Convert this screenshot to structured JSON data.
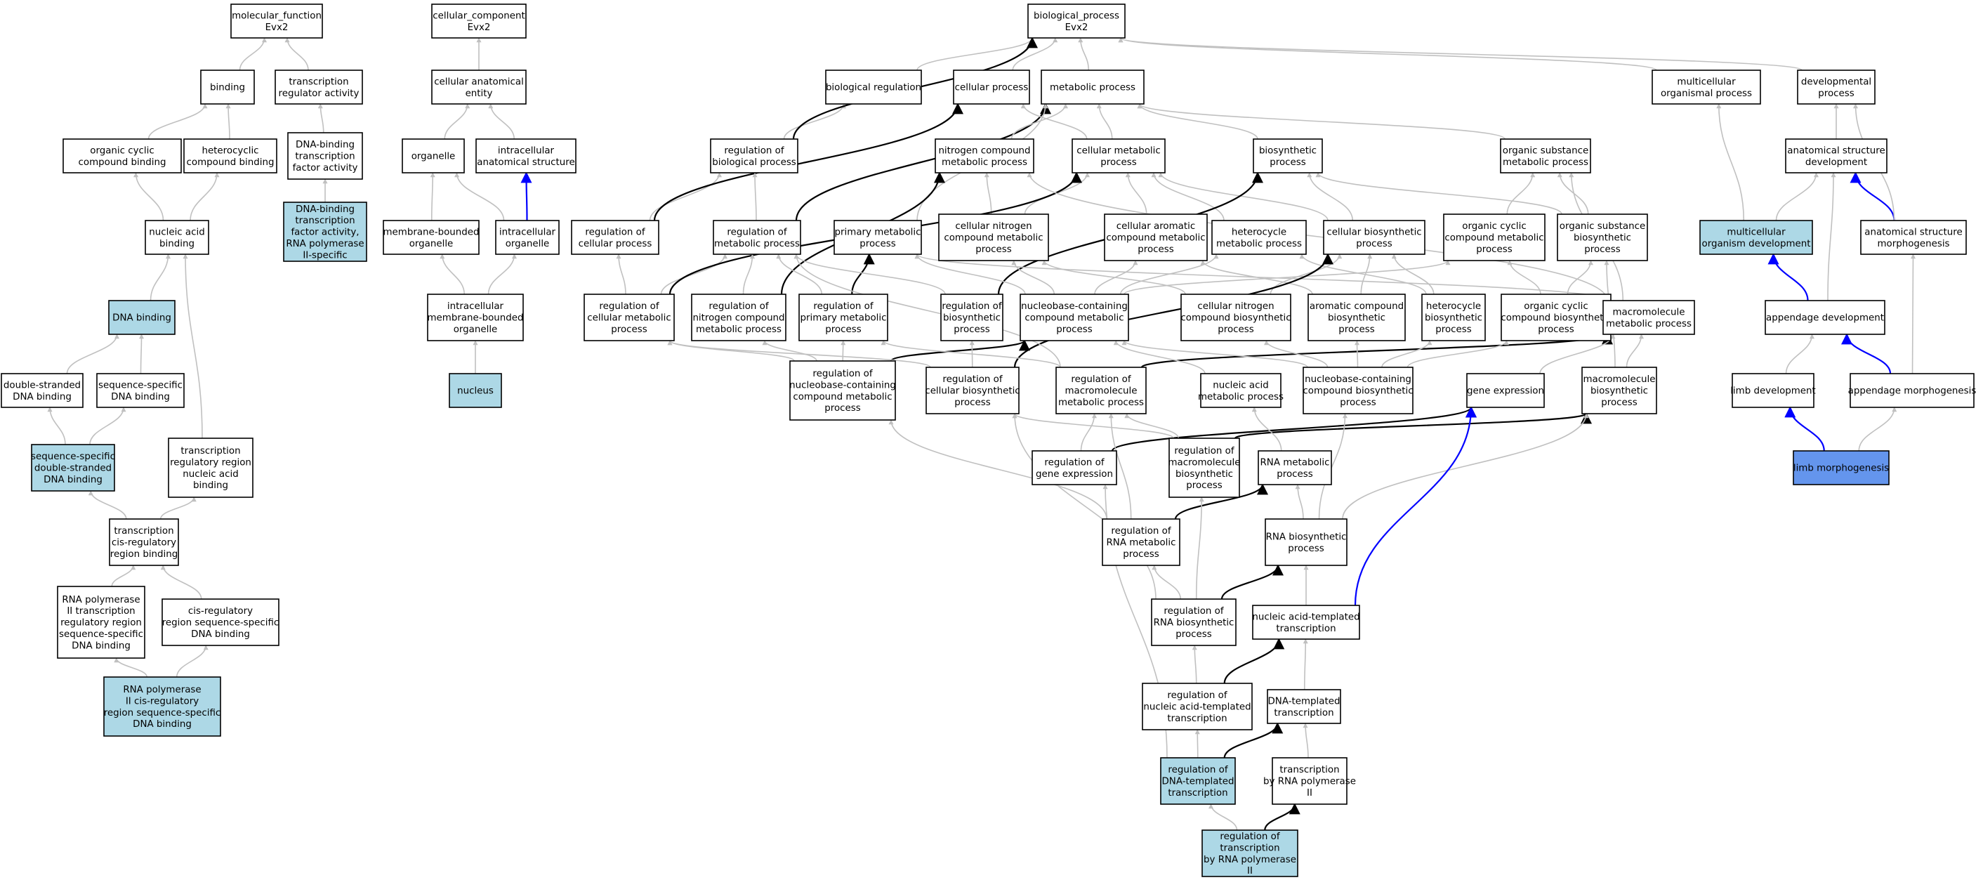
{
  "colors": {
    "white": "#ffffff",
    "query": "#add8e6",
    "focus": "#6495ed",
    "gray_edge": "#c0c0c0",
    "black_edge": "#000000",
    "blue_edge": "#0000ff"
  },
  "nodes": [
    {
      "id": "mf",
      "label": [
        "molecular_function",
        "Evx2"
      ],
      "fill": "white"
    },
    {
      "id": "cc",
      "label": [
        "cellular_component",
        "Evx2"
      ],
      "fill": "white"
    },
    {
      "id": "bp",
      "label": [
        "biological_process",
        "Evx2"
      ],
      "fill": "white"
    },
    {
      "id": "binding",
      "label": [
        "binding"
      ],
      "fill": "white"
    },
    {
      "id": "tra",
      "label": [
        "transcription",
        "regulator activity"
      ],
      "fill": "white"
    },
    {
      "id": "cae",
      "label": [
        "cellular anatomical",
        "entity"
      ],
      "fill": "white"
    },
    {
      "id": "breg",
      "label": [
        "biological regulation"
      ],
      "fill": "white"
    },
    {
      "id": "cproc",
      "label": [
        "cellular process"
      ],
      "fill": "white"
    },
    {
      "id": "mproc",
      "label": [
        "metabolic process"
      ],
      "fill": "white"
    },
    {
      "id": "mcop",
      "label": [
        "multicellular",
        "organismal process"
      ],
      "fill": "white"
    },
    {
      "id": "devp",
      "label": [
        "developmental",
        "process"
      ],
      "fill": "white"
    },
    {
      "id": "occb",
      "label": [
        "organic cyclic",
        "compound binding"
      ],
      "fill": "white"
    },
    {
      "id": "hcb",
      "label": [
        "heterocyclic",
        "compound binding"
      ],
      "fill": "white"
    },
    {
      "id": "dbtfa",
      "label": [
        "DNA-binding",
        "transcription",
        "factor activity"
      ],
      "fill": "white"
    },
    {
      "id": "organelle",
      "label": [
        "organelle"
      ],
      "fill": "white"
    },
    {
      "id": "ias",
      "label": [
        "intracellular",
        "anatomical structure"
      ],
      "fill": "white"
    },
    {
      "id": "rbp",
      "label": [
        "regulation of",
        "biological process"
      ],
      "fill": "white"
    },
    {
      "id": "ncmp",
      "label": [
        "nitrogen compound",
        "metabolic process"
      ],
      "fill": "white"
    },
    {
      "id": "cmp",
      "label": [
        "cellular metabolic",
        "process"
      ],
      "fill": "white"
    },
    {
      "id": "bsp",
      "label": [
        "biosynthetic",
        "process"
      ],
      "fill": "white"
    },
    {
      "id": "osmp",
      "label": [
        "organic substance",
        "metabolic process"
      ],
      "fill": "white"
    },
    {
      "id": "asd",
      "label": [
        "anatomical structure",
        "development"
      ],
      "fill": "white"
    },
    {
      "id": "nab",
      "label": [
        "nucleic acid",
        "binding"
      ],
      "fill": "white"
    },
    {
      "id": "dbtfa2",
      "label": [
        "DNA-binding",
        "transcription",
        "factor activity,",
        "RNA polymerase",
        "II-specific"
      ],
      "fill": "query"
    },
    {
      "id": "mbo",
      "label": [
        "membrane-bounded",
        "organelle"
      ],
      "fill": "white"
    },
    {
      "id": "ico",
      "label": [
        "intracellular",
        "organelle"
      ],
      "fill": "white"
    },
    {
      "id": "rcp",
      "label": [
        "regulation of",
        "cellular process"
      ],
      "fill": "white"
    },
    {
      "id": "rmp",
      "label": [
        "regulation of",
        "metabolic process"
      ],
      "fill": "white"
    },
    {
      "id": "pmp",
      "label": [
        "primary metabolic",
        "process"
      ],
      "fill": "white"
    },
    {
      "id": "cncmp",
      "label": [
        "cellular nitrogen",
        "compound metabolic",
        "process"
      ],
      "fill": "white"
    },
    {
      "id": "cacmp",
      "label": [
        "cellular aromatic",
        "compound metabolic",
        "process"
      ],
      "fill": "white"
    },
    {
      "id": "hmp",
      "label": [
        "heterocycle",
        "metabolic process"
      ],
      "fill": "white"
    },
    {
      "id": "cbp",
      "label": [
        "cellular biosynthetic",
        "process"
      ],
      "fill": "white"
    },
    {
      "id": "occmp",
      "label": [
        "organic cyclic",
        "compound metabolic",
        "process"
      ],
      "fill": "white"
    },
    {
      "id": "osbp",
      "label": [
        "organic substance",
        "biosynthetic",
        "process"
      ],
      "fill": "white"
    },
    {
      "id": "mod",
      "label": [
        "multicellular",
        "organism development"
      ],
      "fill": "query"
    },
    {
      "id": "asm",
      "label": [
        "anatomical structure",
        "morphogenesis"
      ],
      "fill": "white"
    },
    {
      "id": "dnab",
      "label": [
        "DNA binding"
      ],
      "fill": "query"
    },
    {
      "id": "imbo",
      "label": [
        "intracellular",
        "membrane-bounded",
        "organelle"
      ],
      "fill": "white"
    },
    {
      "id": "rcmp",
      "label": [
        "regulation of",
        "cellular metabolic",
        "process"
      ],
      "fill": "white"
    },
    {
      "id": "rncmp",
      "label": [
        "regulation of",
        "nitrogen compound",
        "metabolic process"
      ],
      "fill": "white"
    },
    {
      "id": "rpmp",
      "label": [
        "regulation of",
        "primary metabolic",
        "process"
      ],
      "fill": "white"
    },
    {
      "id": "rbsp",
      "label": [
        "regulation of",
        "biosynthetic",
        "process"
      ],
      "fill": "white"
    },
    {
      "id": "nbccmp",
      "label": [
        "nucleobase-containing",
        "compound metabolic",
        "process"
      ],
      "fill": "white"
    },
    {
      "id": "cncbp",
      "label": [
        "cellular nitrogen",
        "compound biosynthetic",
        "process"
      ],
      "fill": "white"
    },
    {
      "id": "acbp",
      "label": [
        "aromatic compound",
        "biosynthetic",
        "process"
      ],
      "fill": "white"
    },
    {
      "id": "hbp",
      "label": [
        "heterocycle",
        "biosynthetic",
        "process"
      ],
      "fill": "white"
    },
    {
      "id": "occbp",
      "label": [
        "organic cyclic",
        "compound biosynthetic",
        "process"
      ],
      "fill": "white"
    },
    {
      "id": "mmp",
      "label": [
        "macromolecule",
        "metabolic process"
      ],
      "fill": "white"
    },
    {
      "id": "appdev",
      "label": [
        "appendage development"
      ],
      "fill": "white"
    },
    {
      "id": "dsdb",
      "label": [
        "double-stranded",
        "DNA binding"
      ],
      "fill": "white"
    },
    {
      "id": "ssdb",
      "label": [
        "sequence-specific",
        "DNA binding"
      ],
      "fill": "white"
    },
    {
      "id": "nucleus",
      "label": [
        "nucleus"
      ],
      "fill": "query"
    },
    {
      "id": "rnbccmp",
      "label": [
        "regulation of",
        "nucleobase-containing",
        "compound metabolic",
        "process"
      ],
      "fill": "white"
    },
    {
      "id": "rcbp",
      "label": [
        "regulation of",
        "cellular biosynthetic",
        "process"
      ],
      "fill": "white"
    },
    {
      "id": "rmmp",
      "label": [
        "regulation of",
        "macromolecule",
        "metabolic process"
      ],
      "fill": "white"
    },
    {
      "id": "namp",
      "label": [
        "nucleic acid",
        "metabolic process"
      ],
      "fill": "white"
    },
    {
      "id": "nbccbp",
      "label": [
        "nucleobase-containing",
        "compound biosynthetic",
        "process"
      ],
      "fill": "white"
    },
    {
      "id": "gexp",
      "label": [
        "gene expression"
      ],
      "fill": "white"
    },
    {
      "id": "mbp",
      "label": [
        "macromolecule",
        "biosynthetic",
        "process"
      ],
      "fill": "white"
    },
    {
      "id": "limbdev",
      "label": [
        "limb development"
      ],
      "fill": "white"
    },
    {
      "id": "appmorph",
      "label": [
        "appendage morphogenesis"
      ],
      "fill": "white"
    },
    {
      "id": "ssdsdb",
      "label": [
        "sequence-specific",
        "double-stranded",
        "DNA binding"
      ],
      "fill": "query"
    },
    {
      "id": "trrnab",
      "label": [
        "transcription",
        "regulatory region",
        "nucleic acid",
        "binding"
      ],
      "fill": "white"
    },
    {
      "id": "rge",
      "label": [
        "regulation of",
        "gene expression"
      ],
      "fill": "white"
    },
    {
      "id": "rmbp",
      "label": [
        "regulation of",
        "macromolecule",
        "biosynthetic",
        "process"
      ],
      "fill": "white"
    },
    {
      "id": "rnamp",
      "label": [
        "RNA metabolic",
        "process"
      ],
      "fill": "white"
    },
    {
      "id": "limbmorph",
      "label": [
        "limb morphogenesis"
      ],
      "fill": "focus"
    },
    {
      "id": "tcrrb",
      "label": [
        "transcription",
        "cis-regulatory",
        "region binding"
      ],
      "fill": "white"
    },
    {
      "id": "rrnamp",
      "label": [
        "regulation of",
        "RNA metabolic",
        "process"
      ],
      "fill": "white"
    },
    {
      "id": "rnabp",
      "label": [
        "RNA biosynthetic",
        "process"
      ],
      "fill": "white"
    },
    {
      "id": "rnap2trr",
      "label": [
        "RNA polymerase",
        "II transcription",
        "regulatory region",
        "sequence-specific",
        "DNA binding"
      ],
      "fill": "white"
    },
    {
      "id": "crrssdb",
      "label": [
        "cis-regulatory",
        "region sequence-specific",
        "DNA binding"
      ],
      "fill": "white"
    },
    {
      "id": "rrnabp",
      "label": [
        "regulation of",
        "RNA biosynthetic",
        "process"
      ],
      "fill": "white"
    },
    {
      "id": "natt",
      "label": [
        "nucleic acid-templated",
        "transcription"
      ],
      "fill": "white"
    },
    {
      "id": "rnap2crr",
      "label": [
        "RNA polymerase",
        "II cis-regulatory",
        "region sequence-specific",
        "DNA binding"
      ],
      "fill": "query"
    },
    {
      "id": "rnatt",
      "label": [
        "regulation of",
        "nucleic acid-templated",
        "transcription"
      ],
      "fill": "white"
    },
    {
      "id": "dtt",
      "label": [
        "DNA-templated",
        "transcription"
      ],
      "fill": "white"
    },
    {
      "id": "rdtt",
      "label": [
        "regulation of",
        "DNA-templated",
        "transcription"
      ],
      "fill": "query"
    },
    {
      "id": "trnap2",
      "label": [
        "transcription",
        "by RNA polymerase",
        "II"
      ],
      "fill": "white"
    },
    {
      "id": "rtrnap2",
      "label": [
        "regulation of",
        "transcription",
        "by RNA polymerase",
        "II"
      ],
      "fill": "query"
    }
  ],
  "edges": [
    [
      "binding",
      "mf",
      "gray"
    ],
    [
      "tra",
      "mf",
      "gray"
    ],
    [
      "occb",
      "binding",
      "gray"
    ],
    [
      "hcb",
      "binding",
      "gray"
    ],
    [
      "dbtfa",
      "tra",
      "gray"
    ],
    [
      "dbtfa2",
      "dbtfa",
      "gray"
    ],
    [
      "nab",
      "occb",
      "gray"
    ],
    [
      "nab",
      "hcb",
      "gray"
    ],
    [
      "dnab",
      "nab",
      "gray"
    ],
    [
      "dsdb",
      "dnab",
      "gray"
    ],
    [
      "ssdb",
      "dnab",
      "gray"
    ],
    [
      "ssdsdb",
      "dsdb",
      "gray"
    ],
    [
      "ssdsdb",
      "ssdb",
      "gray"
    ],
    [
      "trrnab",
      "nab",
      "gray"
    ],
    [
      "tcrrb",
      "ssdsdb",
      "gray"
    ],
    [
      "tcrrb",
      "trrnab",
      "gray"
    ],
    [
      "rnap2trr",
      "tcrrb",
      "gray"
    ],
    [
      "crrssdb",
      "tcrrb",
      "gray"
    ],
    [
      "rnap2crr",
      "rnap2trr",
      "gray"
    ],
    [
      "rnap2crr",
      "crrssdb",
      "gray"
    ],
    [
      "cae",
      "cc",
      "gray"
    ],
    [
      "organelle",
      "cae",
      "gray"
    ],
    [
      "ias",
      "cae",
      "gray"
    ],
    [
      "mbo",
      "organelle",
      "gray"
    ],
    [
      "ico",
      "organelle",
      "gray"
    ],
    [
      "ico",
      "ias",
      "blue"
    ],
    [
      "imbo",
      "mbo",
      "gray"
    ],
    [
      "imbo",
      "ico",
      "gray"
    ],
    [
      "nucleus",
      "imbo",
      "gray"
    ],
    [
      "breg",
      "bp",
      "gray"
    ],
    [
      "cproc",
      "bp",
      "gray"
    ],
    [
      "mproc",
      "bp",
      "gray"
    ],
    [
      "mcop",
      "bp",
      "gray"
    ],
    [
      "devp",
      "bp",
      "gray"
    ],
    [
      "rbp",
      "breg",
      "gray"
    ],
    [
      "rbp",
      "bp",
      "black"
    ],
    [
      "rcp",
      "rbp",
      "gray"
    ],
    [
      "rcp",
      "cproc",
      "black"
    ],
    [
      "rmp",
      "rbp",
      "gray"
    ],
    [
      "rmp",
      "mproc",
      "black"
    ],
    [
      "ncmp",
      "mproc",
      "gray"
    ],
    [
      "cmp",
      "mproc",
      "gray"
    ],
    [
      "cmp",
      "cproc",
      "gray"
    ],
    [
      "bsp",
      "mproc",
      "gray"
    ],
    [
      "osmp",
      "mproc",
      "gray"
    ],
    [
      "pmp",
      "mproc",
      "gray"
    ],
    [
      "asd",
      "devp",
      "gray"
    ],
    [
      "mod",
      "mcop",
      "gray"
    ],
    [
      "mod",
      "asd",
      "gray"
    ],
    [
      "asm",
      "asd",
      "blue"
    ],
    [
      "asm",
      "devp",
      "gray"
    ],
    [
      "appdev",
      "mod",
      "blue"
    ],
    [
      "appdev",
      "asd",
      "gray"
    ],
    [
      "limbdev",
      "appdev",
      "gray"
    ],
    [
      "appmorph",
      "appdev",
      "blue"
    ],
    [
      "appmorph",
      "asm",
      "gray"
    ],
    [
      "limbmorph",
      "limbdev",
      "blue"
    ],
    [
      "limbmorph",
      "appmorph",
      "gray"
    ],
    [
      "cncmp",
      "ncmp",
      "gray"
    ],
    [
      "cncmp",
      "cmp",
      "gray"
    ],
    [
      "cacmp",
      "cmp",
      "gray"
    ],
    [
      "hmp",
      "cmp",
      "gray"
    ],
    [
      "cbp",
      "bsp",
      "gray"
    ],
    [
      "cbp",
      "cmp",
      "gray"
    ],
    [
      "occmp",
      "osmp",
      "gray"
    ],
    [
      "osbp",
      "osmp",
      "gray"
    ],
    [
      "osbp",
      "bsp",
      "gray"
    ],
    [
      "rcmp",
      "rcp",
      "gray"
    ],
    [
      "rcmp",
      "rmp",
      "gray"
    ],
    [
      "rcmp",
      "cmp",
      "black"
    ],
    [
      "rncmp",
      "rmp",
      "gray"
    ],
    [
      "rncmp",
      "ncmp",
      "black"
    ],
    [
      "rpmp",
      "rmp",
      "gray"
    ],
    [
      "rpmp",
      "pmp",
      "black"
    ],
    [
      "rbsp",
      "rmp",
      "gray"
    ],
    [
      "rbsp",
      "bsp",
      "black"
    ],
    [
      "nbccmp",
      "cncmp",
      "gray"
    ],
    [
      "nbccmp",
      "cacmp",
      "gray"
    ],
    [
      "nbccmp",
      "hmp",
      "gray"
    ],
    [
      "nbccmp",
      "pmp",
      "gray"
    ],
    [
      "nbccmp",
      "occmp",
      "gray"
    ],
    [
      "cncbp",
      "cncmp",
      "gray"
    ],
    [
      "cncbp",
      "cbp",
      "gray"
    ],
    [
      "acbp",
      "cacmp",
      "gray"
    ],
    [
      "acbp",
      "cbp",
      "gray"
    ],
    [
      "hbp",
      "hmp",
      "gray"
    ],
    [
      "hbp",
      "cbp",
      "gray"
    ],
    [
      "occbp",
      "occmp",
      "gray"
    ],
    [
      "occbp",
      "osbp",
      "gray"
    ],
    [
      "mmp",
      "osmp",
      "gray"
    ],
    [
      "mmp",
      "pmp",
      "gray"
    ],
    [
      "mmp",
      "ncmp",
      "gray"
    ],
    [
      "rnbccmp",
      "rcmp",
      "gray"
    ],
    [
      "rnbccmp",
      "rncmp",
      "gray"
    ],
    [
      "rnbccmp",
      "rpmp",
      "gray"
    ],
    [
      "rnbccmp",
      "nbccmp",
      "black"
    ],
    [
      "rcbp",
      "rbsp",
      "gray"
    ],
    [
      "rcbp",
      "rcmp",
      "gray"
    ],
    [
      "rcbp",
      "cbp",
      "black"
    ],
    [
      "rmmp",
      "rmp",
      "gray"
    ],
    [
      "rmmp",
      "rpmp",
      "gray"
    ],
    [
      "rmmp",
      "mmp",
      "black"
    ],
    [
      "namp",
      "nbccmp",
      "gray"
    ],
    [
      "nbccbp",
      "nbccmp",
      "gray"
    ],
    [
      "nbccbp",
      "cncbp",
      "gray"
    ],
    [
      "nbccbp",
      "acbp",
      "gray"
    ],
    [
      "nbccbp",
      "hbp",
      "gray"
    ],
    [
      "nbccbp",
      "occbp",
      "gray"
    ],
    [
      "gexp",
      "mmp",
      "gray"
    ],
    [
      "mbp",
      "mmp",
      "gray"
    ],
    [
      "mbp",
      "osbp",
      "gray"
    ],
    [
      "rge",
      "rmmp",
      "gray"
    ],
    [
      "rge",
      "gexp",
      "black"
    ],
    [
      "rmbp",
      "rmmp",
      "gray"
    ],
    [
      "rmbp",
      "rcbp",
      "gray"
    ],
    [
      "rmbp",
      "mbp",
      "black"
    ],
    [
      "rnamp",
      "namp",
      "gray"
    ],
    [
      "rrnamp",
      "rnbccmp",
      "gray"
    ],
    [
      "rrnamp",
      "rmmp",
      "gray"
    ],
    [
      "rrnamp",
      "rnamp",
      "black"
    ],
    [
      "rnabp",
      "rnamp",
      "gray"
    ],
    [
      "rnabp",
      "nbccbp",
      "gray"
    ],
    [
      "rnabp",
      "mbp",
      "gray"
    ],
    [
      "rrnabp",
      "rrnamp",
      "gray"
    ],
    [
      "rrnabp",
      "rmbp",
      "gray"
    ],
    [
      "rrnabp",
      "rcbp",
      "gray"
    ],
    [
      "rrnabp",
      "rnabp",
      "black"
    ],
    [
      "natt",
      "rnabp",
      "gray"
    ],
    [
      "natt",
      "gexp",
      "blue"
    ],
    [
      "rnatt",
      "rrnabp",
      "gray"
    ],
    [
      "rnatt",
      "natt",
      "black"
    ],
    [
      "dtt",
      "natt",
      "gray"
    ],
    [
      "rdtt",
      "rnatt",
      "gray"
    ],
    [
      "rdtt",
      "rge",
      "gray"
    ],
    [
      "rdtt",
      "dtt",
      "black"
    ],
    [
      "trnap2",
      "dtt",
      "gray"
    ],
    [
      "rtrnap2",
      "rdtt",
      "gray"
    ],
    [
      "rtrnap2",
      "trnap2",
      "black"
    ]
  ]
}
